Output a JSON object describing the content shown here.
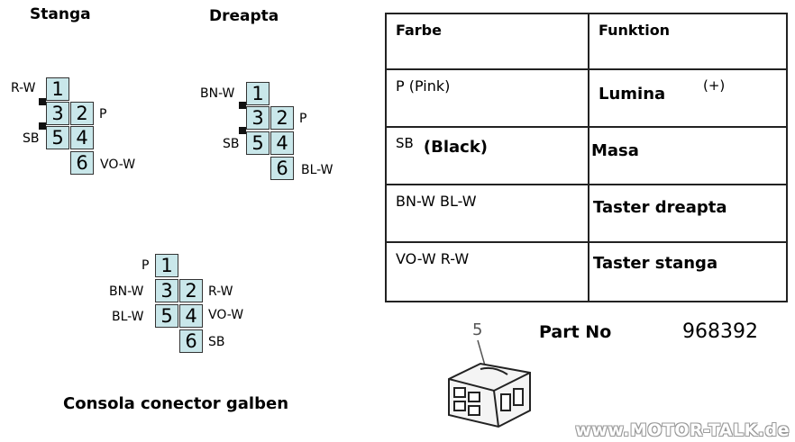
{
  "stanga": {
    "title": "Stanga",
    "pins": [
      "1",
      "3",
      "2",
      "5",
      "4",
      "6"
    ],
    "labels": {
      "pin1": "R-W",
      "pin2": "P",
      "pin5": "SB",
      "pin6": "VO-W"
    }
  },
  "dreapta": {
    "title": "Dreapta",
    "pins": [
      "1",
      "3",
      "2",
      "5",
      "4",
      "6"
    ],
    "labels": {
      "pin1": "BN-W",
      "pin2": "P",
      "pin5": "SB",
      "pin6": "BL-W"
    }
  },
  "consola": {
    "title": "Consola conector galben",
    "pins": [
      "1",
      "3",
      "2",
      "5",
      "4",
      "6"
    ],
    "labels": {
      "pin1": "P",
      "pin3": "BN-W",
      "pin2": "R-W",
      "pin5": "BL-W",
      "pin4": "VO-W",
      "pin6": "SB"
    }
  },
  "table": {
    "headers": [
      "Farbe",
      "Funktion"
    ],
    "rows": [
      {
        "farbe": "P (Pink)",
        "funktion": "Lumina",
        "extra": "(+)"
      },
      {
        "farbe_prefix": "SB",
        "farbe": "(Black)",
        "funktion": "Masa"
      },
      {
        "farbe": "BN-W BL-W",
        "funktion": "Taster dreapta"
      },
      {
        "farbe": "VO-W R-W",
        "funktion": "Taster stanga"
      }
    ]
  },
  "part": {
    "callout": "5",
    "label": "Part No",
    "number": "968392"
  },
  "watermark": "www.MOTOR-TALK.de"
}
